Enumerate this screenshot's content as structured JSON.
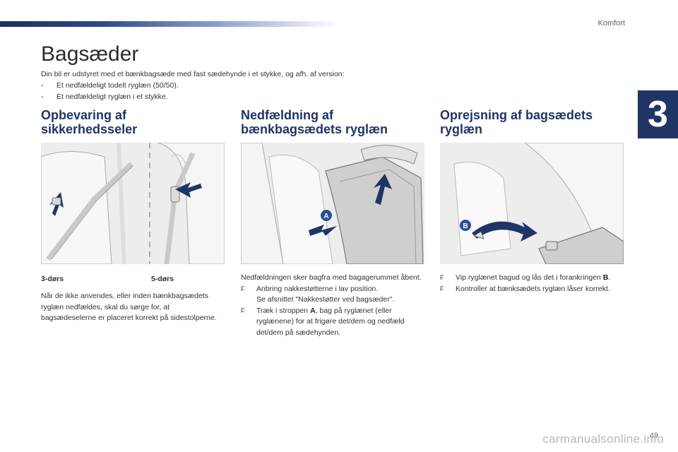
{
  "header": {
    "section": "Komfort",
    "chapter": "3"
  },
  "page": {
    "title": "Bagsæder",
    "intro": "Din bil er udstyret med et bænkbagsæde med fast sædehynde i et stykke, og afh. af version:",
    "intro_items": [
      {
        "dash": "-",
        "text": "Et nedfældeligt todelt ryglæn (50/50)."
      },
      {
        "dash": "-",
        "text": "Et nedfældeligt ryglæn i et stykke."
      }
    ]
  },
  "col1": {
    "heading_line1": "Opbevaring af",
    "heading_line2": "sikkerhedsseler",
    "label_3door": "3-dørs",
    "label_5door": "5-dørs",
    "text": "Når de ikke anvendes, eller inden bænkbagsædets ryglæn nedfældes, skal du sørge for, at bagsædeselerne er placeret korrekt på sidestolperne."
  },
  "col2": {
    "heading_line1": "Nedfældning af",
    "heading_line2": "bænkbagsædets ryglæn",
    "callout": "A",
    "intro": "Nedfældningen sker bagfra med bagagerummet åbent.",
    "item1_mark": "F",
    "item1": "Anbring nakkestøtterne i lav position.",
    "item1_sub": "Se afsnittet \"Nakkestøtter ved bagsæder\".",
    "item2_mark": "F",
    "item2_a": "Træk i stroppen ",
    "item2_bold": "A",
    "item2_b": ", bag på ryglænet (eller ryglænene) for at frigøre det/dem og nedfæld det/dem på sædehynden."
  },
  "col3": {
    "heading_line1": "Oprejsning af bagsædets",
    "heading_line2": "ryglæn",
    "callout": "B",
    "item1_mark": "F",
    "item1_a": "Vip ryglænet bagud og lås det i forankringen ",
    "item1_bold": "B",
    "item1_b": ".",
    "item2_mark": "F",
    "item2": "Kontroller at bænksædets ryglæn låser korrekt."
  },
  "footer": {
    "page_number": "49",
    "watermark": "carmanualsonline.info"
  },
  "colors": {
    "heading": "#1f3566",
    "arrow": "#1f3566",
    "callout": "#2c4f94"
  }
}
